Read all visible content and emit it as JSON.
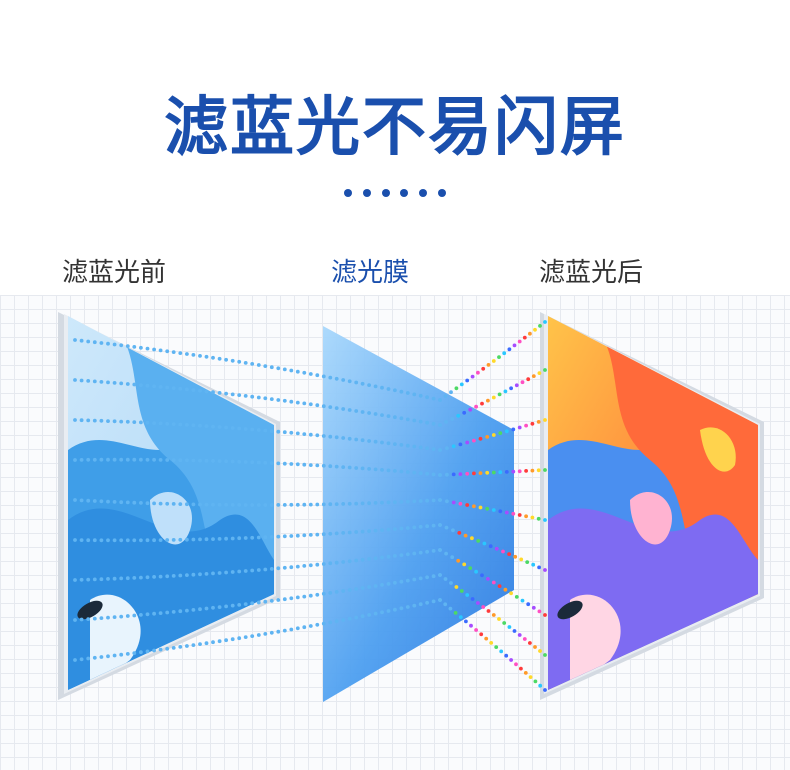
{
  "header": {
    "title": "滤蓝光不易闪屏",
    "dot_count": 6
  },
  "labels": {
    "before": "滤蓝光前",
    "film": "滤光膜",
    "after": "滤蓝光后"
  },
  "colors": {
    "title": "#1a4fad",
    "dots": "#1a4fad",
    "label_dark": "#333333",
    "label_accent": "#1a4fad",
    "blue_light": "#5fb4f2",
    "film_top": "#9fd2fb",
    "film_bottom": "#2f82e8",
    "screen_frame": "#cfd6de"
  },
  "icons": {
    "light_rays": "dotted-light-rays",
    "screen_frame": "monitor-screen"
  }
}
